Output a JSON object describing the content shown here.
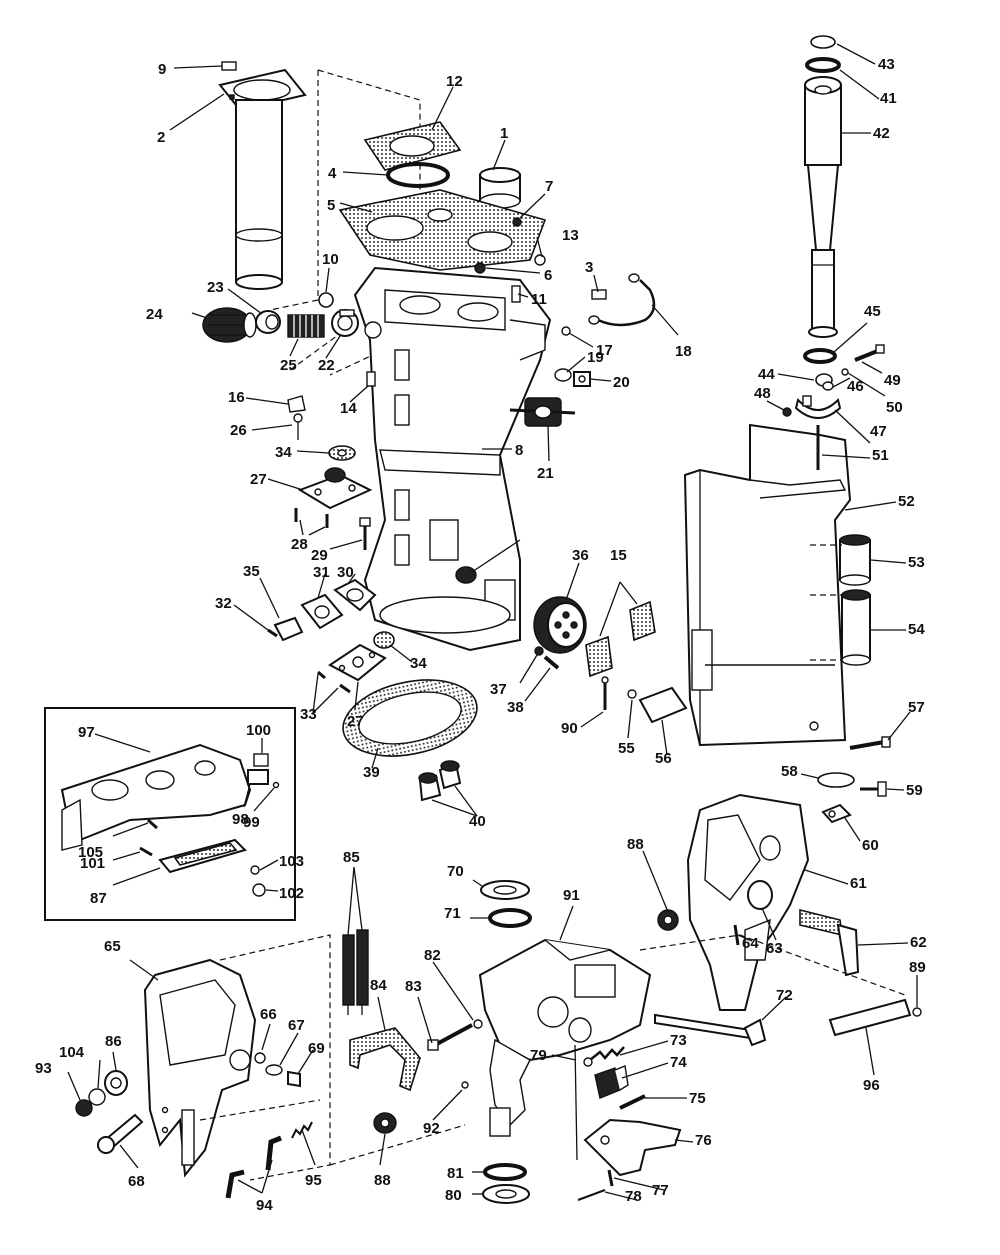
{
  "labels": [
    "1",
    "2",
    "3",
    "4",
    "5",
    "6",
    "7",
    "8",
    "9",
    "10",
    "11",
    "12",
    "13",
    "14",
    "15",
    "16",
    "17",
    "18",
    "19",
    "20",
    "21",
    "22",
    "23",
    "24",
    "25",
    "26",
    "27",
    "28",
    "29",
    "30",
    "31",
    "32",
    "33",
    "34",
    "35",
    "36",
    "37",
    "38",
    "39",
    "40",
    "41",
    "42",
    "43",
    "44",
    "45",
    "46",
    "47",
    "48",
    "49",
    "50",
    "51",
    "52",
    "53",
    "54",
    "55",
    "56",
    "57",
    "58",
    "59",
    "60",
    "61",
    "62",
    "63",
    "64",
    "65",
    "66",
    "67",
    "68",
    "69",
    "70",
    "71",
    "72",
    "73",
    "74",
    "75",
    "76",
    "77",
    "78",
    "79",
    "80",
    "81",
    "82",
    "83",
    "84",
    "85",
    "86",
    "87",
    "88",
    "89",
    "90",
    "91",
    "92",
    "93",
    "94",
    "95",
    "96",
    "97",
    "98",
    "99",
    "100",
    "101",
    "102",
    "103",
    "104",
    "105"
  ]
}
